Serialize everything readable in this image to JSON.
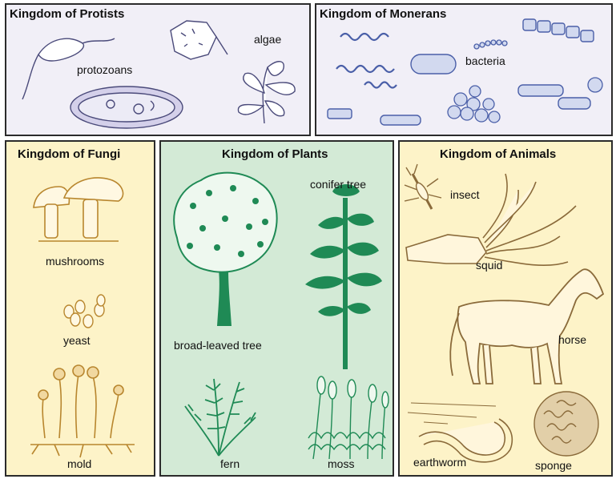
{
  "protists": {
    "title": "Kingdom of Protists",
    "protozoans": "protozoans",
    "algae": "algae"
  },
  "monerans": {
    "title": "Kingdom of Monerans",
    "bacteria": "bacteria"
  },
  "fungi": {
    "title": "Kingdom of Fungi",
    "mushrooms": "mushrooms",
    "yeast": "yeast",
    "mold": "mold"
  },
  "plants": {
    "title": "Kingdom of Plants",
    "conifer": "conifer tree",
    "broadleaf": "broad-leaved tree",
    "fern": "fern",
    "moss": "moss"
  },
  "animals": {
    "title": "Kingdom of Animals",
    "insect": "insect",
    "squid": "squid",
    "horse": "horse",
    "earthworm": "earthworm",
    "sponge": "sponge"
  },
  "colors": {
    "protist_bg": "#f1eff7",
    "moneran_bg": "#f1eff7",
    "fungi_bg": "#fdf3c8",
    "plants_bg": "#d3ead6",
    "animals_bg": "#fdf3c8",
    "border": "#2b2b2b",
    "protist_ink": "#4a4a7a",
    "moneran_ink": "#4a5fa8",
    "fungi_ink": "#b8862e",
    "plant_ink": "#1f8a55",
    "animal_ink": "#8a6a3a"
  },
  "icons": [
    "flagellate-icon",
    "amoeba-icon",
    "paramecium-icon",
    "algae-icon",
    "spiral-bacteria-icon",
    "rod-bacteria-icon",
    "coccus-bacteria-icon",
    "mushroom-icon",
    "yeast-icon",
    "mold-icon",
    "broadleaf-tree-icon",
    "conifer-tree-icon",
    "fern-icon",
    "moss-icon",
    "insect-icon",
    "squid-icon",
    "horse-icon",
    "earthworm-icon",
    "sponge-icon"
  ]
}
